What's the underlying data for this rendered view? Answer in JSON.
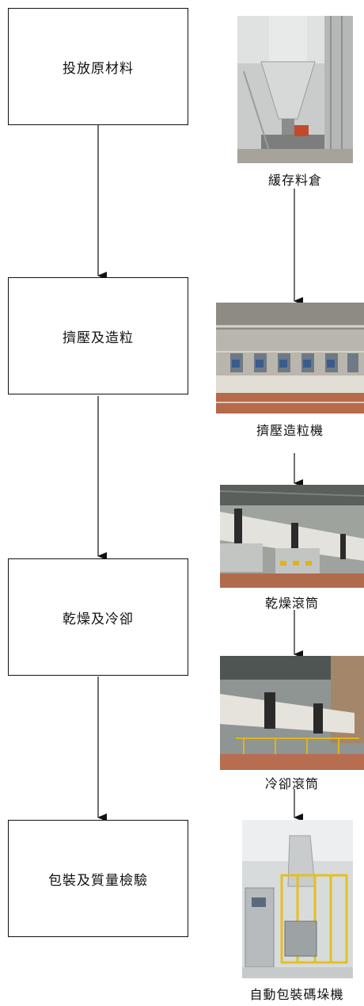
{
  "process_steps": [
    {
      "label": "投放原材料"
    },
    {
      "label": "擠壓及造粒"
    },
    {
      "label": "乾燥及冷卻"
    },
    {
      "label": "包裝及質量檢驗"
    }
  ],
  "equipment": [
    {
      "caption": "緩存料倉",
      "photo": "silo-photo"
    },
    {
      "caption": "擠壓造粒機",
      "photo": "extrusion-granulator-photo"
    },
    {
      "caption": "乾燥滾筒",
      "photo": "drying-drum-photo"
    },
    {
      "caption": "冷卻滾筒",
      "photo": "cooling-drum-photo"
    },
    {
      "caption": "自動包裝碼垛機",
      "photo": "packing-palletizer-photo"
    }
  ]
}
